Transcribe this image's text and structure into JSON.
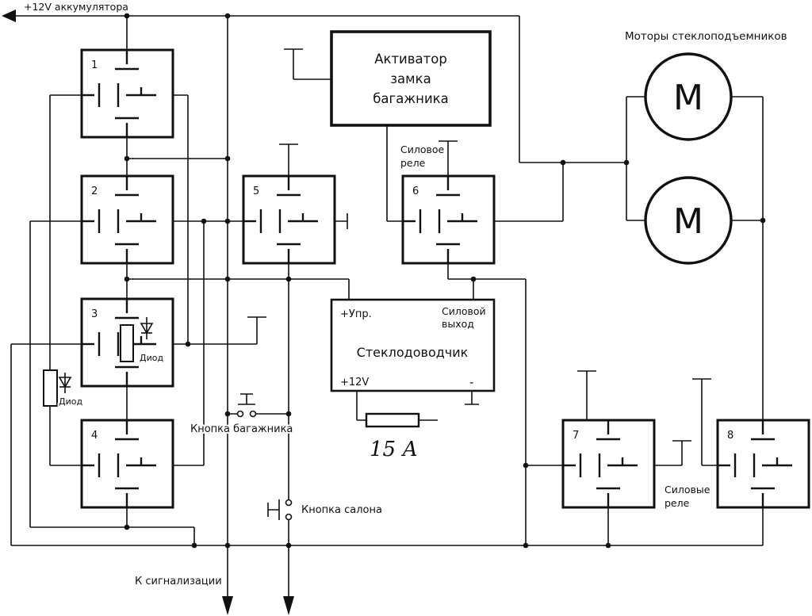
{
  "labels": {
    "battery": "+12V аккумулятора",
    "alarm": "К сигнализации",
    "motors_title": "Моторы стеклоподъемников",
    "motor": "М",
    "trunk_button": "Кнопка багажника",
    "cabin_button": "Кнопка салона",
    "diode": "Диод",
    "fuse": "15 А",
    "power_relay_line1": "Силовое",
    "power_relay_line2": "реле",
    "power_relays_line1": "Силовые",
    "power_relays_line2": "реле"
  },
  "activator": {
    "line1": "Активатор",
    "line2": "замка",
    "line3": "багажника"
  },
  "window_closer": {
    "ctrl": "+Упр.",
    "out_line1": "Силовой",
    "out_line2": "выход",
    "title": "Стеклодоводчик",
    "plus": "+12V",
    "minus": "-"
  },
  "relays": {
    "r1": "1",
    "r2": "2",
    "r3": "3",
    "r4": "4",
    "r5": "5",
    "r6": "6",
    "r7": "7",
    "r8": "8"
  },
  "colors": {
    "line": "#111111",
    "background": "#ffffff"
  }
}
